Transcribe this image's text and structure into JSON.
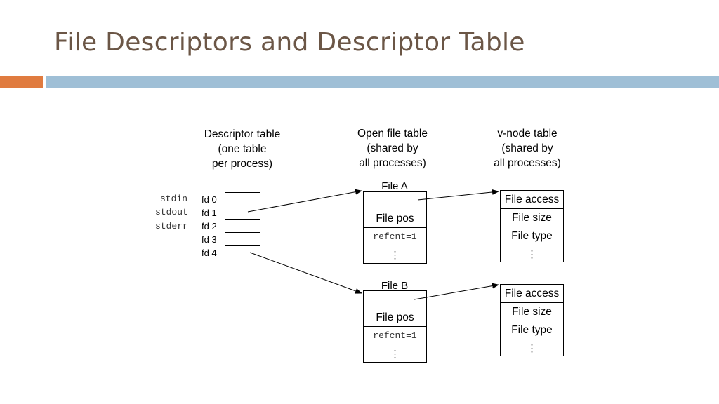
{
  "slide": {
    "title": "File Descriptors and Descriptor Table"
  },
  "headers": {
    "descriptor_table": "Descriptor table\n(one table\nper process)",
    "open_file_table": "Open file table\n(shared by\nall processes)",
    "vnode_table": "v-node table\n(shared by\nall processes)"
  },
  "streams": [
    "stdin",
    "stdout",
    "stderr"
  ],
  "fd_labels": [
    "fd 0",
    "fd 1",
    "fd 2",
    "fd 3",
    "fd 4"
  ],
  "open_files": [
    {
      "label": "File A",
      "pos": "File pos",
      "refcnt": "refcnt=1",
      "more": "⋮"
    },
    {
      "label": "File B",
      "pos": "File pos",
      "refcnt": "refcnt=1",
      "more": "⋮"
    }
  ],
  "vnodes": [
    {
      "access": "File access",
      "size": "File size",
      "type": "File type",
      "more": "⋮"
    },
    {
      "access": "File access",
      "size": "File size",
      "type": "File type",
      "more": "⋮"
    }
  ]
}
